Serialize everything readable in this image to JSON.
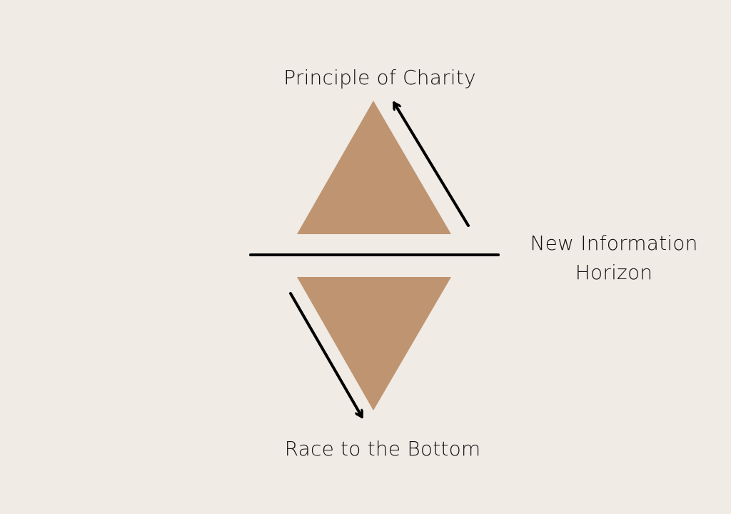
{
  "diagram": {
    "top_label": "Principle of Charity",
    "bottom_label": "Race to the Bottom",
    "right_label_line1": "New Information",
    "right_label_line2": "Horizon"
  },
  "colors": {
    "background": "#f0ebe5",
    "triangle": "#be9471",
    "line": "#000000",
    "text": "#111111"
  }
}
